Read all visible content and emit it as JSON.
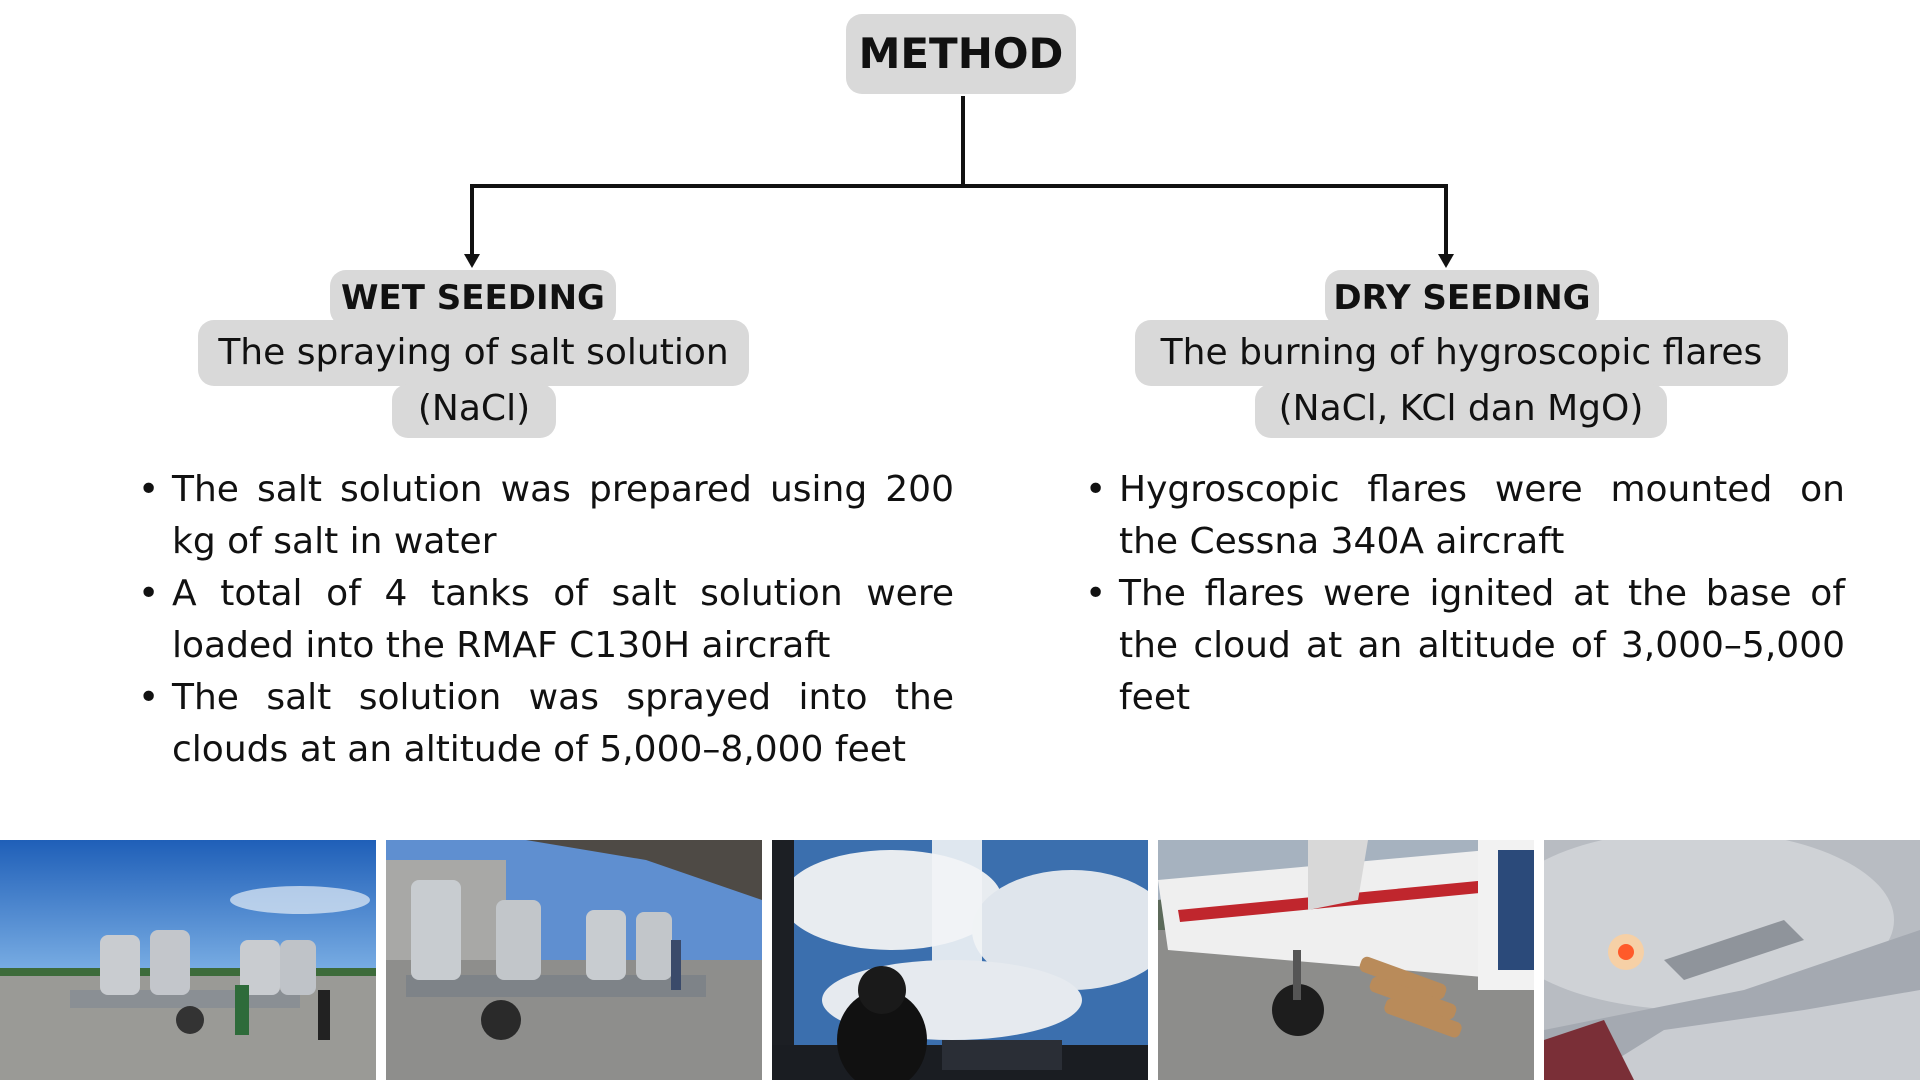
{
  "diagram": {
    "title": "METHOD",
    "wet": {
      "heading": "WET SEEDING",
      "desc_line1": "The spraying of salt solution",
      "desc_line2": "(NaCl)",
      "bullets": [
        "The salt solution was prepared using 200 kg of salt in water",
        "A total of 4 tanks of salt solution were loaded into the RMAF C130H aircraft",
        "The salt solution was sprayed into the clouds at an altitude of 5,000–8,000 feet"
      ]
    },
    "dry": {
      "heading": "DRY SEEDING",
      "desc_line1": "The burning of hygroscopic flares",
      "desc_line2": "(NaCl, KCl dan MgO)",
      "bullets": [
        "Hygroscopic flares were mounted on the Cessna 340A aircraft",
        "The flares were ignited at the base of the cloud at an altitude of 3,000–5,000 feet"
      ]
    }
  },
  "colors": {
    "pill": "#d9d9d9",
    "line": "#111111",
    "text": "#111111"
  },
  "photos": [
    {
      "name": "photo-salt-tanks-on-trailer"
    },
    {
      "name": "photo-tanks-under-aircraft"
    },
    {
      "name": "photo-cockpit-clouds"
    },
    {
      "name": "photo-flares-on-wing"
    },
    {
      "name": "photo-burning-flare"
    }
  ]
}
